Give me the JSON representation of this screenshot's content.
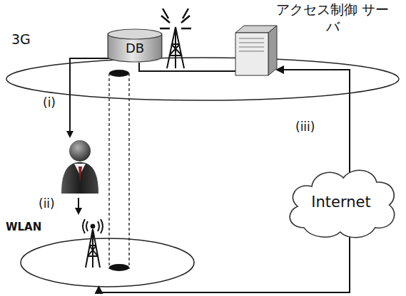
{
  "diagram": {
    "nodes": [
      {
        "text": [
          "3G"
        ]
      },
      {
        "text": [
          "DB"
        ]
      },
      {
        "text": [
          "アクセス制御 サーバ"
        ]
      },
      {
        "text": [
          "Internet"
        ]
      },
      {
        "text": [
          "WLAN"
        ]
      }
    ],
    "edges": [
      {
        "from": 1,
        "to": 2,
        "arrow": "none"
      },
      {
        "from": 2,
        "to": 4,
        "arrow": "both",
        "label": "(iii)"
      }
    ],
    "labels": [
      "(i)",
      "(ii)"
    ]
  }
}
